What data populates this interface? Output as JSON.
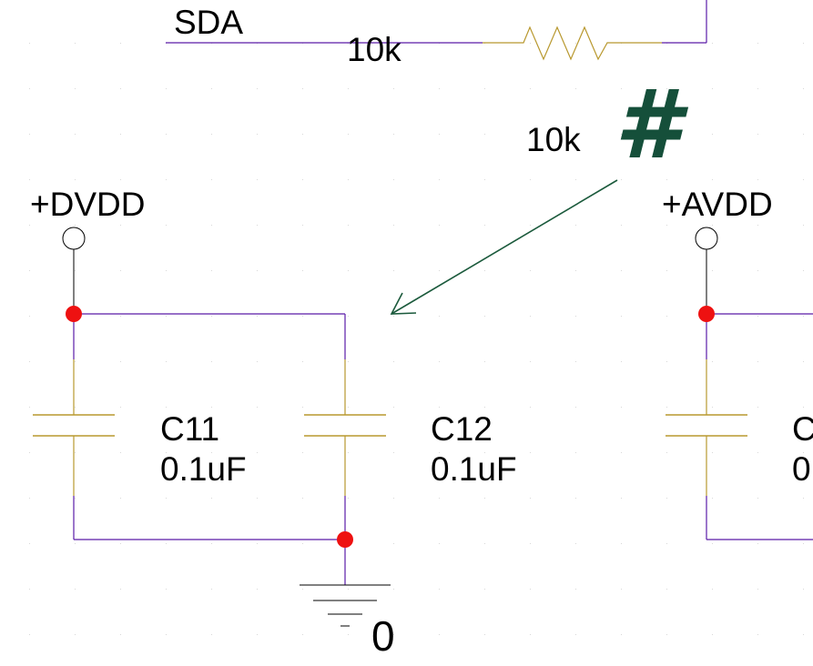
{
  "schematic": {
    "net_sda": "SDA",
    "resistor_top_value": "10k",
    "resistor_side_value": "10k",
    "cursor_symbol": "#",
    "power_dvdd": "+DVDD",
    "power_avdd": "+AVDD",
    "cap_c11_ref": "C11",
    "cap_c11_value": "0.1uF",
    "cap_c12_ref": "C12",
    "cap_c12_value": "0.1uF",
    "cap_c13_ref_partial": "C",
    "cap_c13_value_partial": "0",
    "ground_net": "0"
  },
  "colors": {
    "wire": "#5a1aa8",
    "component": "#b8982e",
    "junction": "#ee1111",
    "grid_dot": "#d8d8d8",
    "arrow": "#1b5a3c",
    "hash": "#154f3a",
    "text": "#000000"
  },
  "icons": {
    "cursor": "hash-placement-icon",
    "arrow": "placement-arrow-icon"
  }
}
